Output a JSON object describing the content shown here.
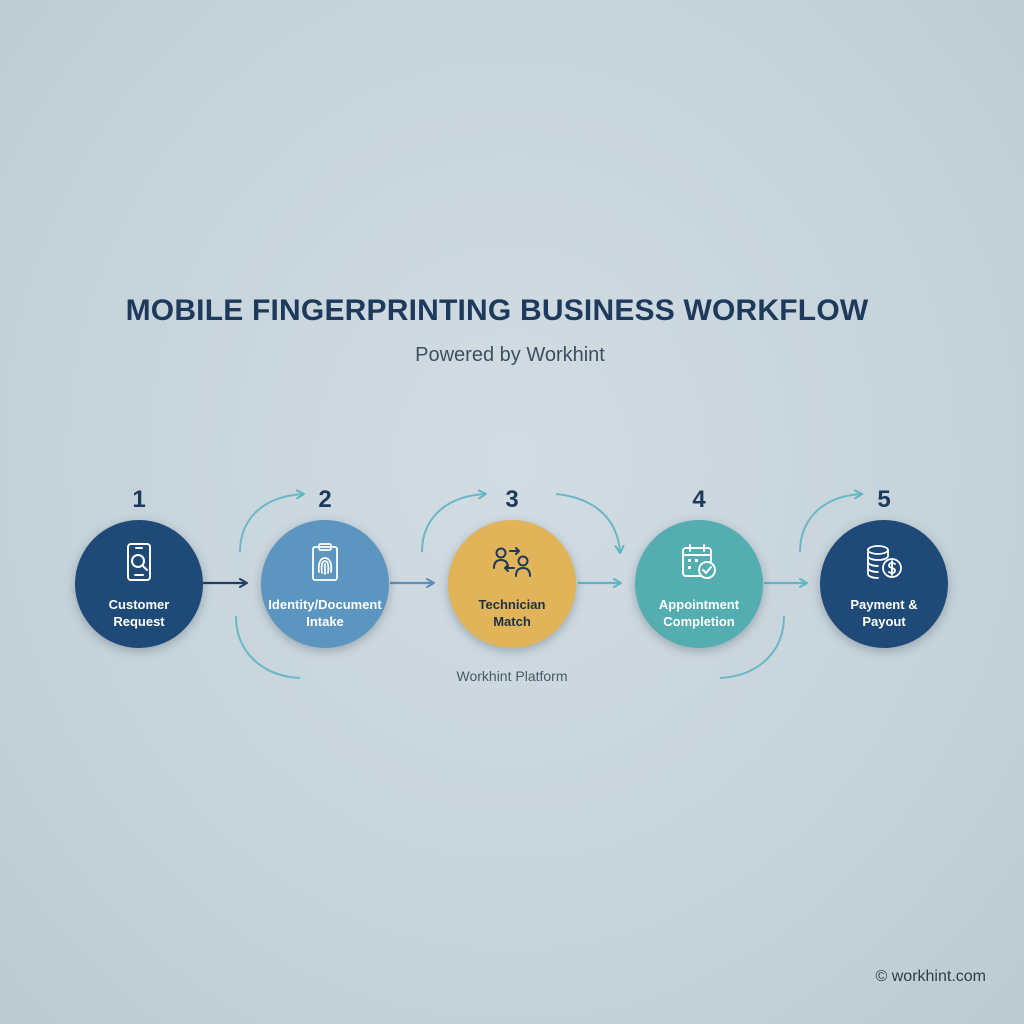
{
  "title": "MOBILE FINGERPRINTING BUSINESS WORKFLOW",
  "subtitle": "Powered by Workhint",
  "platform_label": "Workhint Platform",
  "copyright": "© workhint.com",
  "colors": {
    "navy": "#1f4a78",
    "steel_blue": "#5b95c0",
    "amber": "#e2b45a",
    "teal": "#54aeb0",
    "arrow_dark": "#1f3f66",
    "arrow_mid": "#5a8fbc",
    "arrow_teal": "#5fb5c4"
  },
  "steps": [
    {
      "number": "1",
      "label": "Customer\nRequest",
      "icon": "smartphone-search-icon"
    },
    {
      "number": "2",
      "label": "Identity/Document\nIntake",
      "icon": "fingerprint-clipboard-icon"
    },
    {
      "number": "3",
      "label": "Technician\nMatch",
      "icon": "people-swap-icon"
    },
    {
      "number": "4",
      "label": "Appointment\nCompletion",
      "icon": "calendar-check-icon"
    },
    {
      "number": "5",
      "label": "Payment &\nPayout",
      "icon": "coins-dollar-icon"
    }
  ]
}
